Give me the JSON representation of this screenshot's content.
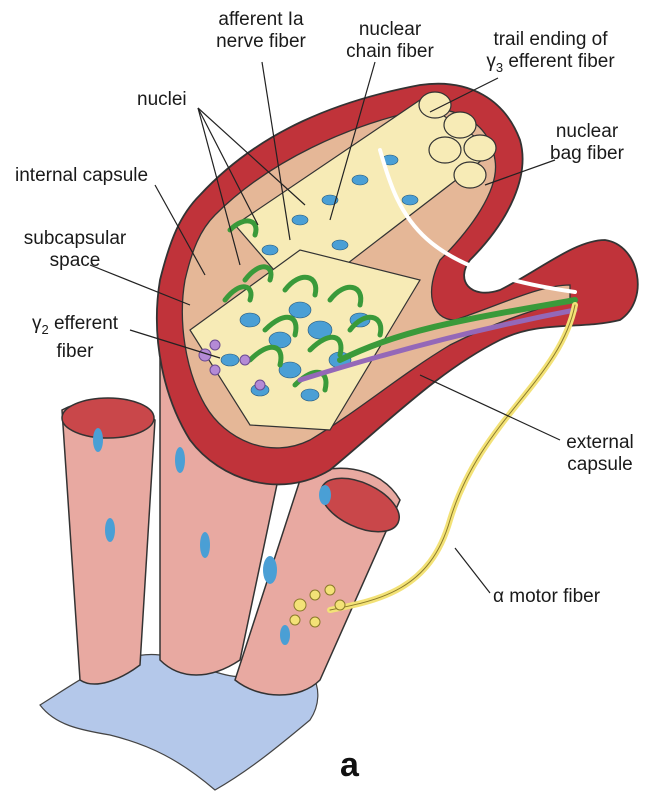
{
  "labels": {
    "afferent_1": "afferent Ia",
    "afferent_2": "nerve fiber",
    "chain_1": "nuclear",
    "chain_2": "chain fiber",
    "trail_1": "trail ending of",
    "trail_gamma": "γ",
    "trail_sub": "3",
    "trail_rest": " efferent fiber",
    "bag_1": "nuclear",
    "bag_2": "bag fiber",
    "nuclei": "nuclei",
    "internal_capsule": "internal capsule",
    "subcap_1": "subcapsular",
    "subcap_2": "space",
    "gamma2_gamma": "γ",
    "gamma2_sub": "2",
    "gamma2_rest": " efferent",
    "gamma2_2": "fiber",
    "external_1": "external",
    "external_2": "capsule",
    "alpha_symbol": "α",
    "alpha_rest": " motor fiber",
    "panel_letter": "a"
  },
  "colors": {
    "capsule_red": "#c0333a",
    "capsule_inner": "#e5b797",
    "muscle_pink": "#e8a9a1",
    "fiber_yellow": "#f7ebb6",
    "nuclei_blue": "#4a9fd5",
    "afferent_green": "#3a9a3a",
    "gamma_purple": "#9468b8",
    "motor_yellow": "#f3e277",
    "tendon_blue": "#b4c8ea"
  }
}
